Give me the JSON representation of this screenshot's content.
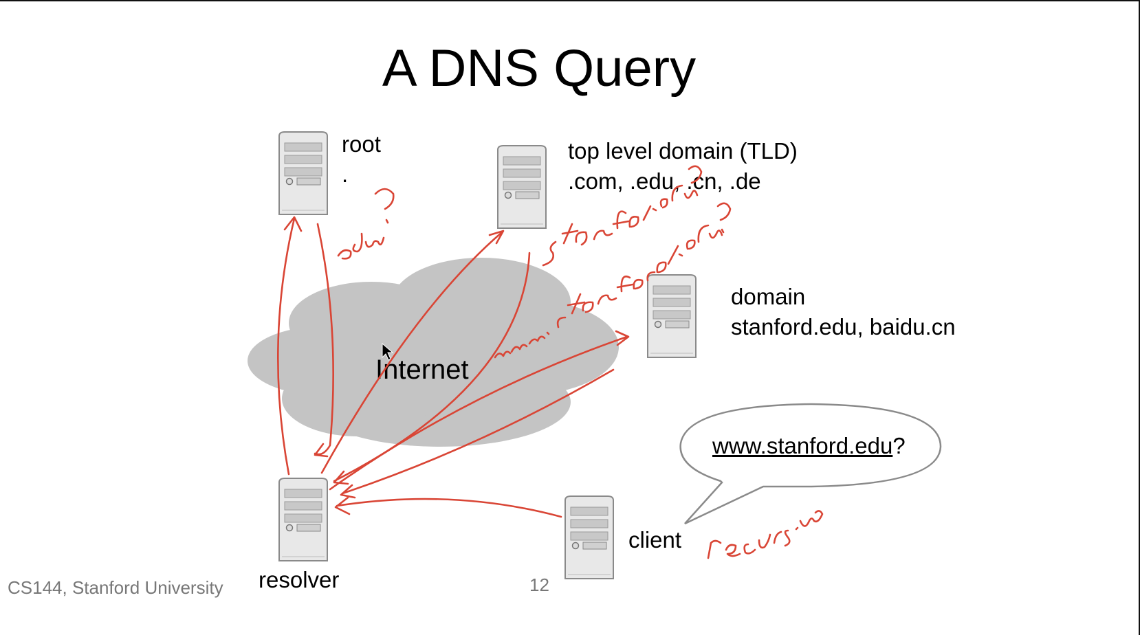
{
  "slide": {
    "title": "A DNS Query",
    "footer": "CS144, Stanford University",
    "page_number": "12"
  },
  "servers": {
    "root": {
      "label": "root",
      "sublabel": "."
    },
    "tld": {
      "label": "top level domain (TLD)",
      "sublabel": ".com, .edu, .cn, .de"
    },
    "domain": {
      "label": "domain",
      "sublabel": "stanford.edu, baidu.cn"
    },
    "resolver": {
      "label": "resolver"
    },
    "client": {
      "label": "client"
    }
  },
  "cloud": {
    "label": "Internet"
  },
  "speech_bubble": {
    "query": "www.stanford.edu",
    "suffix": "?"
  },
  "annotations": {
    "color": "#d94535",
    "notes": [
      "edu?",
      "stanford.edu?",
      "www.stanford.edu?",
      "recursive"
    ]
  },
  "colors": {
    "cloud": "#c4c4c4",
    "server_body": "#e6e6e6",
    "footer_text": "#777777"
  }
}
